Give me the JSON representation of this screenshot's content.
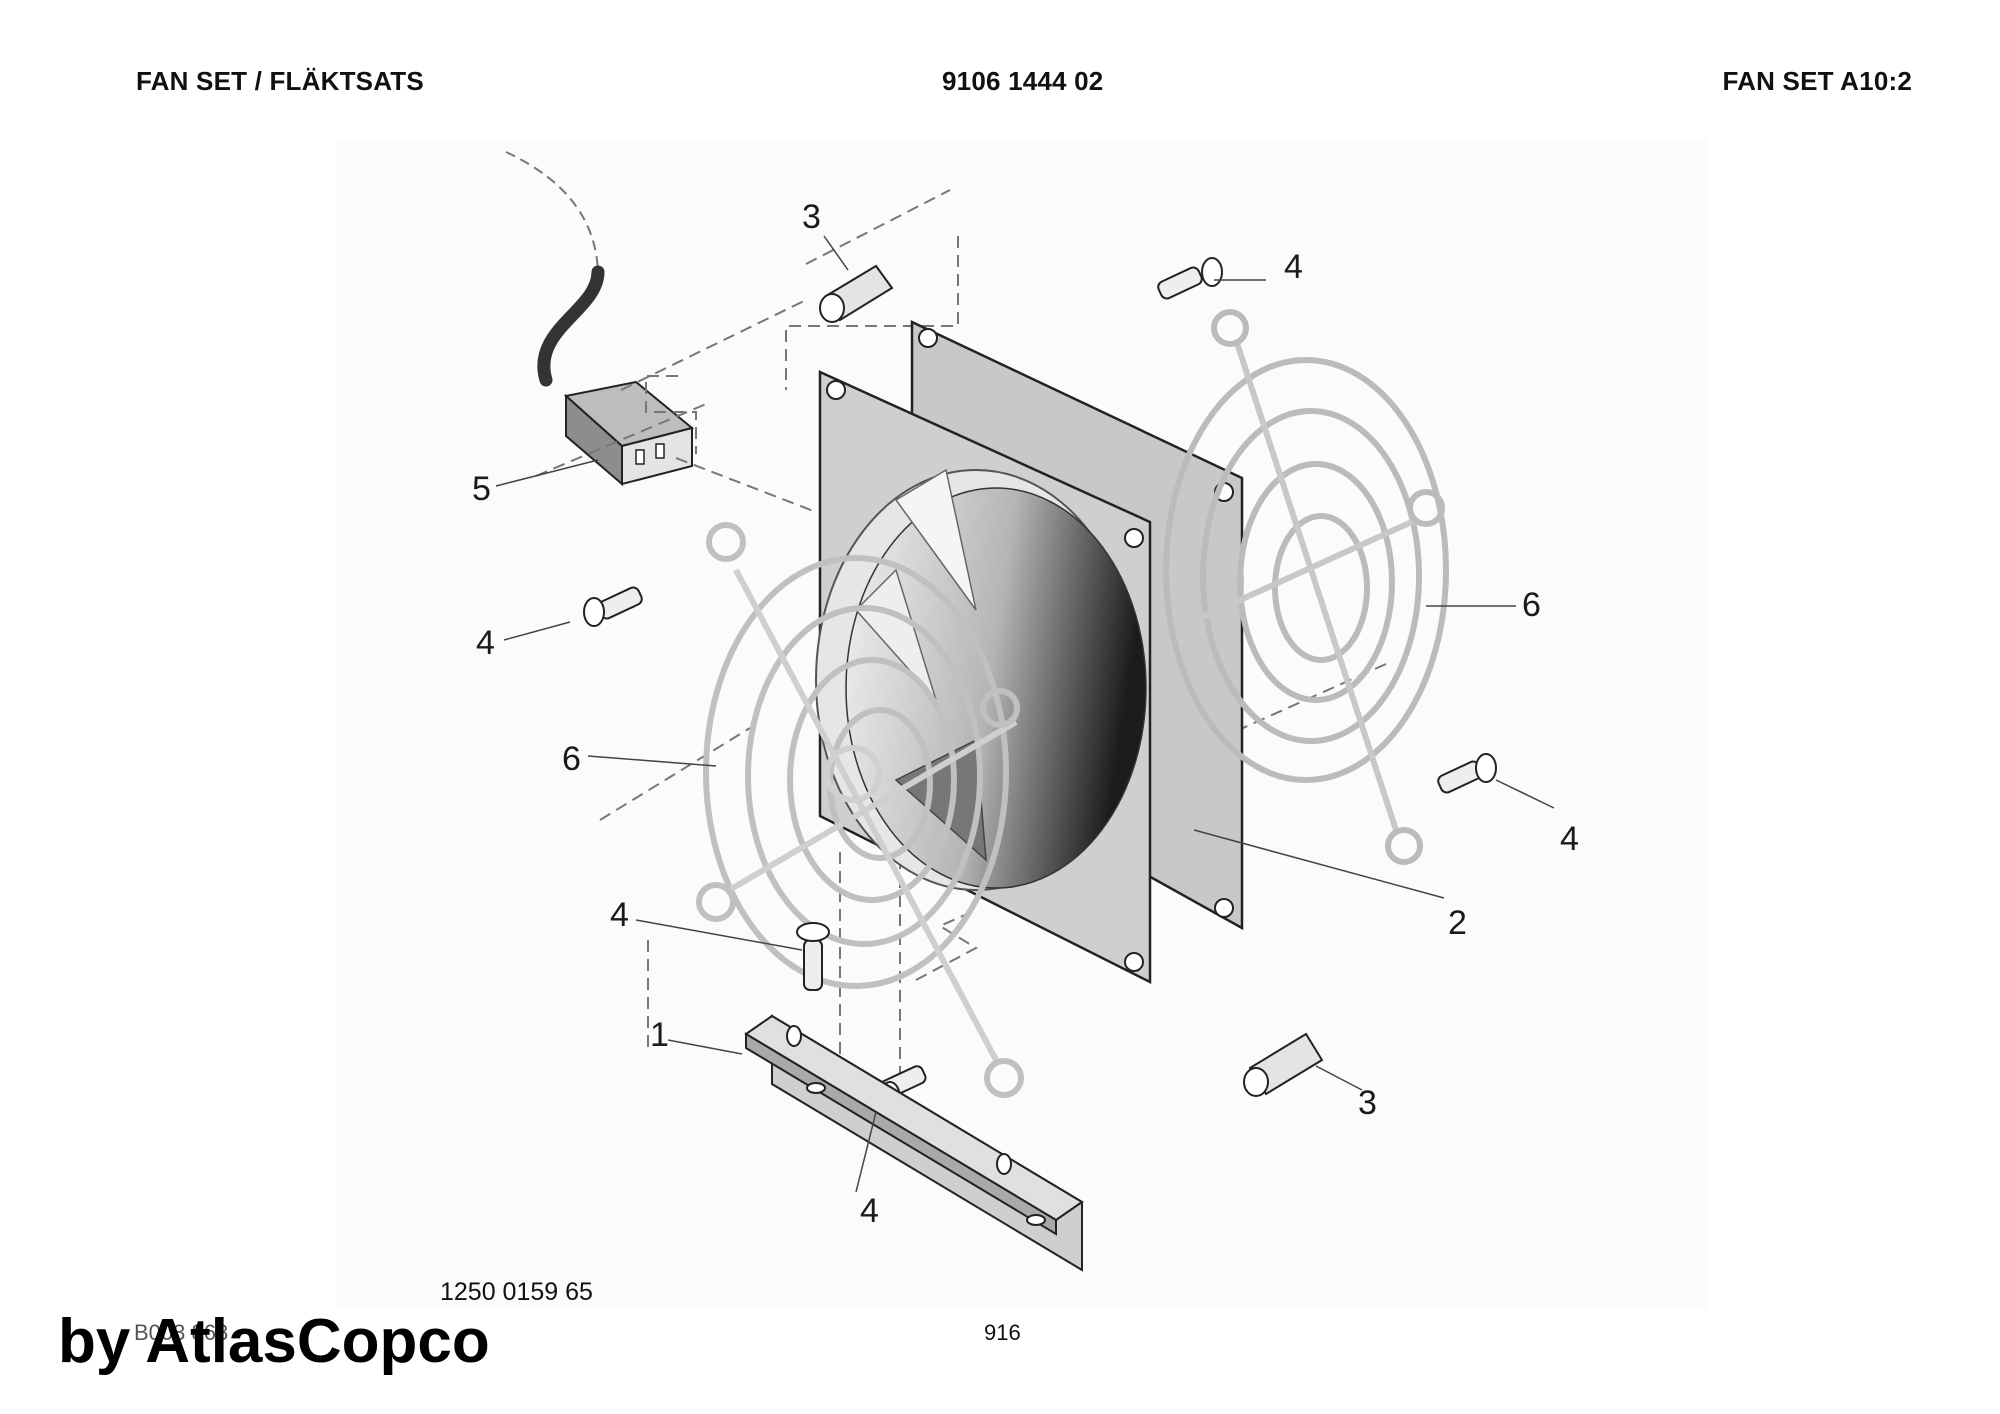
{
  "header": {
    "title_left": "FAN SET / FLÄKTSATS",
    "part_no": "9106 1444 02",
    "title_right": "FAN SET A10:2"
  },
  "callouts": [
    {
      "id": "callout-3-top",
      "label": "3"
    },
    {
      "id": "callout-4-top-right",
      "label": "4"
    },
    {
      "id": "callout-5",
      "label": "5"
    },
    {
      "id": "callout-4-left",
      "label": "4"
    },
    {
      "id": "callout-6-right",
      "label": "6"
    },
    {
      "id": "callout-6-left",
      "label": "6"
    },
    {
      "id": "callout-4-right",
      "label": "4"
    },
    {
      "id": "callout-4-lower-left",
      "label": "4"
    },
    {
      "id": "callout-2",
      "label": "2"
    },
    {
      "id": "callout-1",
      "label": "1"
    },
    {
      "id": "callout-3-bottom",
      "label": "3"
    },
    {
      "id": "callout-4-bottom",
      "label": "4"
    }
  ],
  "footer": {
    "part_number": "1250 0159 65",
    "drawing_code": "B003 868",
    "page_number": "916",
    "watermark": "by AtlasCopco"
  }
}
